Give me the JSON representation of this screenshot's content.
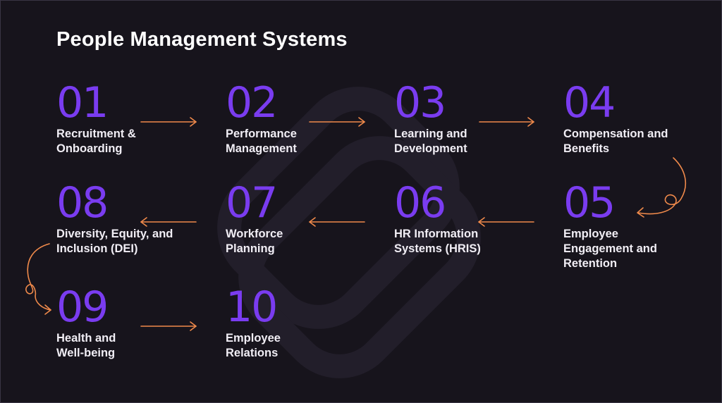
{
  "title": "People Management Systems",
  "colors": {
    "accent": "#7a3cf0",
    "arrow": "#f08a4b",
    "background": "#17141c",
    "text": "#f1eef5"
  },
  "steps": [
    {
      "number": "01",
      "lines": [
        "Recruitment &",
        "Onboarding"
      ]
    },
    {
      "number": "02",
      "lines": [
        "Performance",
        "Management"
      ]
    },
    {
      "number": "03",
      "lines": [
        "Learning and",
        "Development"
      ]
    },
    {
      "number": "04",
      "lines": [
        "Compensation and",
        "Benefits"
      ]
    },
    {
      "number": "05",
      "lines": [
        "Employee",
        "Engagement and",
        "Retention"
      ]
    },
    {
      "number": "06",
      "lines": [
        "HR Information",
        "Systems (HRIS)"
      ]
    },
    {
      "number": "07",
      "lines": [
        "Workforce",
        "Planning"
      ]
    },
    {
      "number": "08",
      "lines": [
        "Diversity, Equity, and",
        "Inclusion (DEI)"
      ]
    },
    {
      "number": "09",
      "lines": [
        "Health and",
        "Well-being"
      ]
    },
    {
      "number": "10",
      "lines": [
        "Employee",
        "Relations"
      ]
    }
  ]
}
